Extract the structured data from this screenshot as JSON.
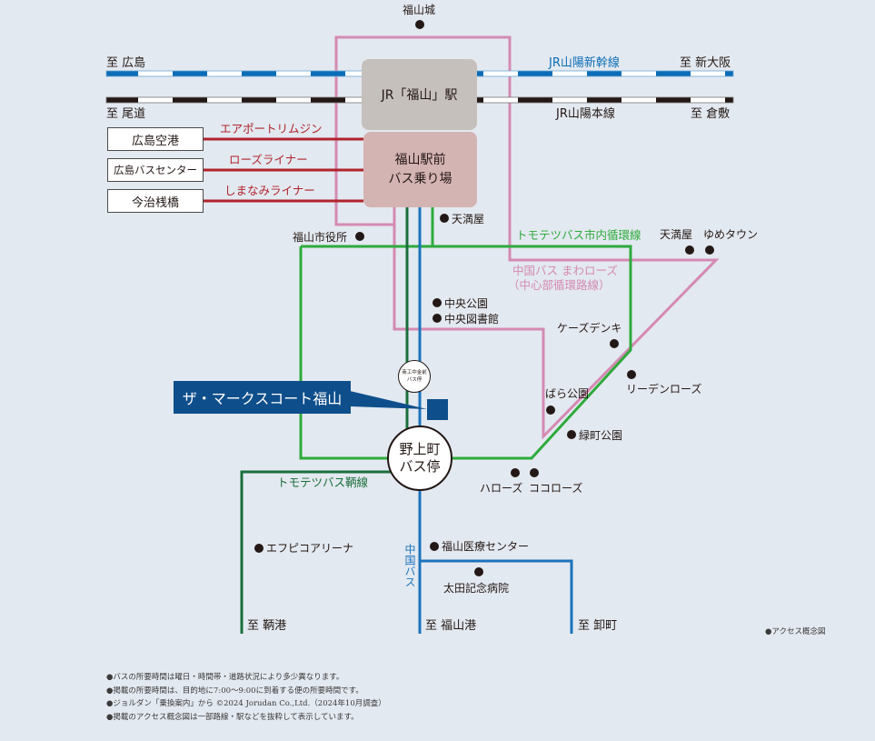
{
  "colors": {
    "background": "#e3e9f0",
    "shinkansen": "#0b6db5",
    "sanyo_main": "#231815",
    "express_bus": "#b0242d",
    "mawarose": "#d48ab3",
    "tomotetsu_loop": "#2eaa3c",
    "tomotetsu_tomo": "#1a6e3a",
    "chugoku_bus": "#1b73bd",
    "property": "#0e4f8b",
    "jr_station_box": "#c6c0bc",
    "bus_terminal_box": "#d4b3b3"
  },
  "rail": {
    "west_top": "至 広島",
    "west_bottom": "至 尾道",
    "shinkansen_name": "JR山陽新幹線",
    "east_top": "至 新大阪",
    "main_line_name": "JR山陽本線",
    "east_bottom": "至 倉敷"
  },
  "stations": {
    "jr_fukuyama": "JR「福山」駅",
    "bus_terminal_line1": "福山駅前",
    "bus_terminal_line2": "バス乗り場"
  },
  "express_routes": [
    {
      "origin": "広島空港",
      "route": "エアポートリムジン"
    },
    {
      "origin": "広島バスセンター",
      "route": "ローズライナー"
    },
    {
      "origin": "今治桟橋",
      "route": "しまなみライナー"
    }
  ],
  "routes": {
    "tomotetsu_loop": "トモテツバス市内循環線",
    "mawarose_line1": "中国バス まわローズ",
    "mawarose_line2": "（中心部循環路線）",
    "tomotetsu_tomo": "トモテツバス鞆線",
    "chugoku_bus": "中国バス"
  },
  "landmarks": {
    "fukuyama_castle": "福山城",
    "tenmaya_north": "天満屋",
    "city_hall": "福山市役所",
    "tenmaya_east": "天満屋",
    "youme_town": "ゆめタウン",
    "central_park": "中央公園",
    "central_library": "中央図書館",
    "ks_denki": "ケーズデンキ",
    "riden_rose": "リーデンローズ",
    "rose_park": "ばら公園",
    "midorimachi_park": "緑町公園",
    "hallo_rose": "ハローズ",
    "cocorose": "ココローズ",
    "epico_arena": "エフピコアリーナ",
    "medical_center": "福山医療センター",
    "ota_hospital": "太田記念病院"
  },
  "bus_stops": {
    "shoko_line1": "商工中金前",
    "shoko_line2": "バス停",
    "nogami_line1": "野上町",
    "nogami_line2": "バス停"
  },
  "property": {
    "name": "ザ・マークスコート福山"
  },
  "destinations": {
    "tomo_port": "至 鞆港",
    "fukuyama_port": "至 福山港",
    "oroshimachi": "至 卸町"
  },
  "legend_note": "●アクセス概念図",
  "notes": [
    "●バスの所要時間は曜日・時間帯・道路状況により多少異なります。",
    "●掲載の所要時間は、目的地に7:00〜9:00に到着する便の所要時間です。",
    "●ジョルダン「乗換案内」から ©2024 Jorudan Co.,Ltd.（2024年10月調査）",
    "●掲載のアクセス概念図は一部路線・駅などを抜粋して表示しています。"
  ]
}
